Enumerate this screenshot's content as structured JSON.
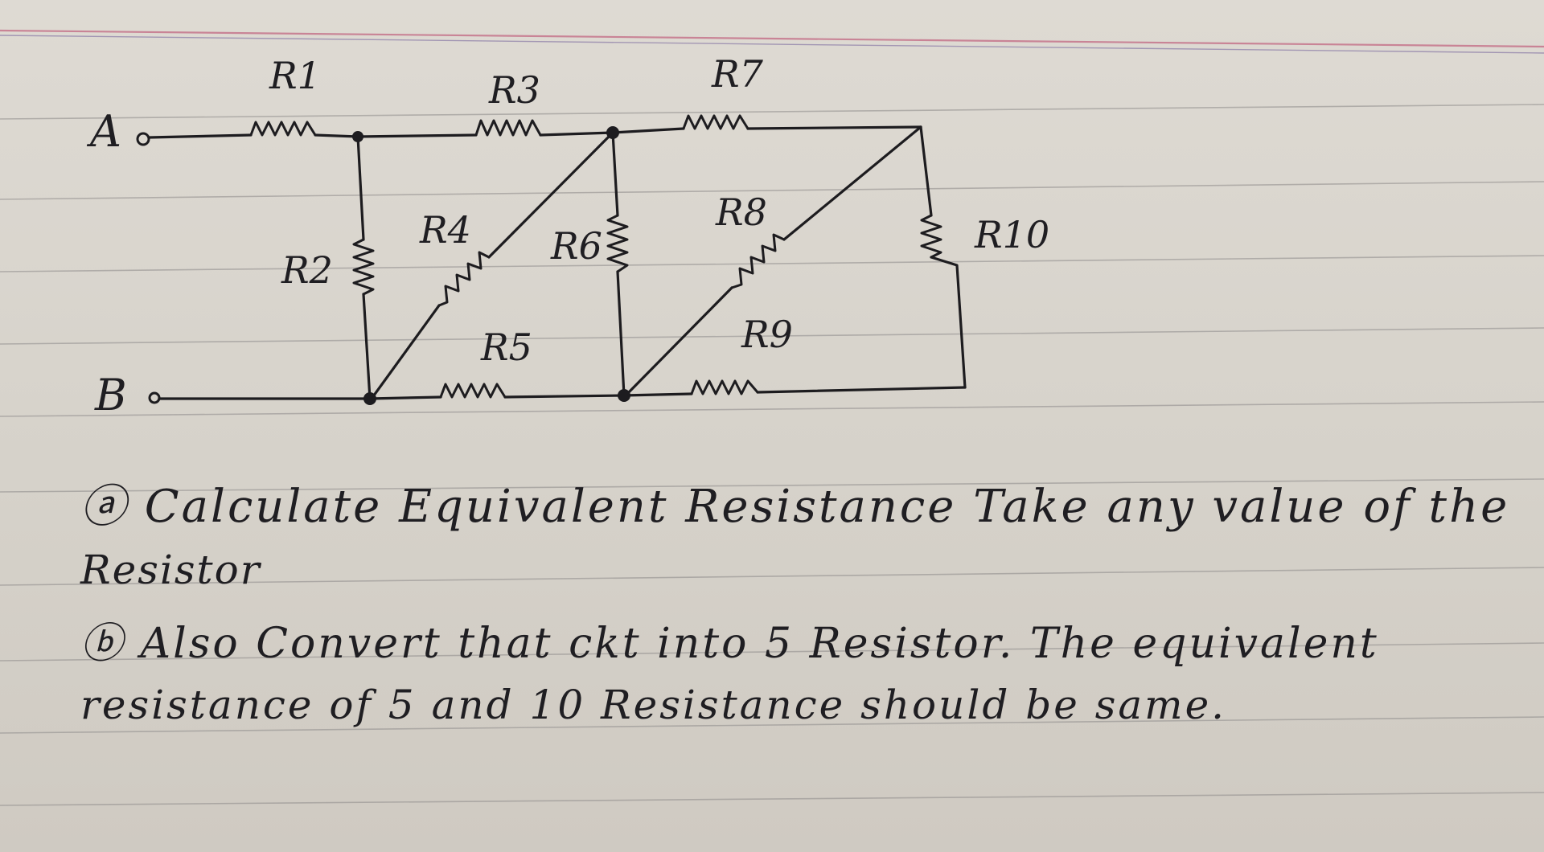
{
  "circuit": {
    "terminals": {
      "a": "A",
      "b": "B"
    },
    "resistors": {
      "r1": "R1",
      "r3": "R3",
      "r7": "R7",
      "r2": "R2",
      "r4": "R4",
      "r6": "R6",
      "r8": "R8",
      "r10": "R10",
      "r5": "R5",
      "r9": "R9"
    }
  },
  "question": {
    "a_line1": "ⓐ Calculate Equivalent Resistance Take any value of the",
    "a_line2": "Resistor",
    "b_line1": "ⓑ Also Convert that ckt into 5 Resistor. The equivalent",
    "b_line2": "resistance of 5 and 10 Resistance should be same."
  }
}
